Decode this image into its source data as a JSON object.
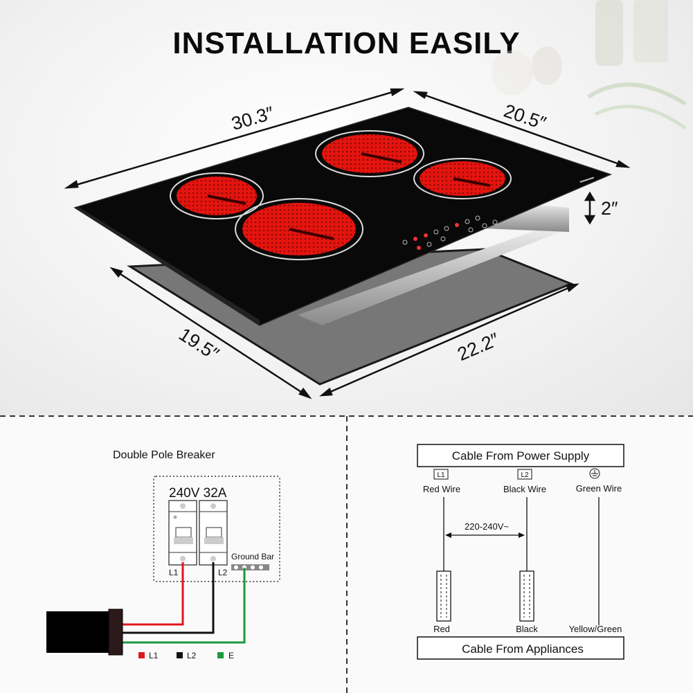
{
  "title": "INSTALLATION EASILY",
  "dimensions": {
    "width_top": "30.3″",
    "depth_top": "20.5″",
    "height": "2″",
    "depth_bottom": "19.5″",
    "width_bottom": "22.2″"
  },
  "breaker": {
    "heading": "Double Pole Breaker",
    "rating": "240V 32A",
    "ground_bar": "Ground Bar",
    "l1": "L1",
    "l2": "L2"
  },
  "legend": [
    {
      "label": "L1",
      "color": "#e0161e"
    },
    {
      "label": "L2",
      "color": "#111111"
    },
    {
      "label": "E",
      "color": "#1a9a3c"
    }
  ],
  "wiring": {
    "supply_label": "Cable From Power Supply",
    "appliance_label": "Cable From Appliances",
    "voltage": "220-240V~",
    "terminals": [
      {
        "symbol": "L1",
        "wire": "Red Wire",
        "bottom": "Red"
      },
      {
        "symbol": "L2",
        "wire": "Black Wire",
        "bottom": "Black"
      },
      {
        "symbol": "ground",
        "wire": "Green Wire",
        "bottom": "Yellow/Green"
      }
    ]
  },
  "colors": {
    "wire_red": "#e0161e",
    "wire_black": "#111111",
    "wire_green": "#1a9a3c",
    "burner": "#e8120f"
  }
}
